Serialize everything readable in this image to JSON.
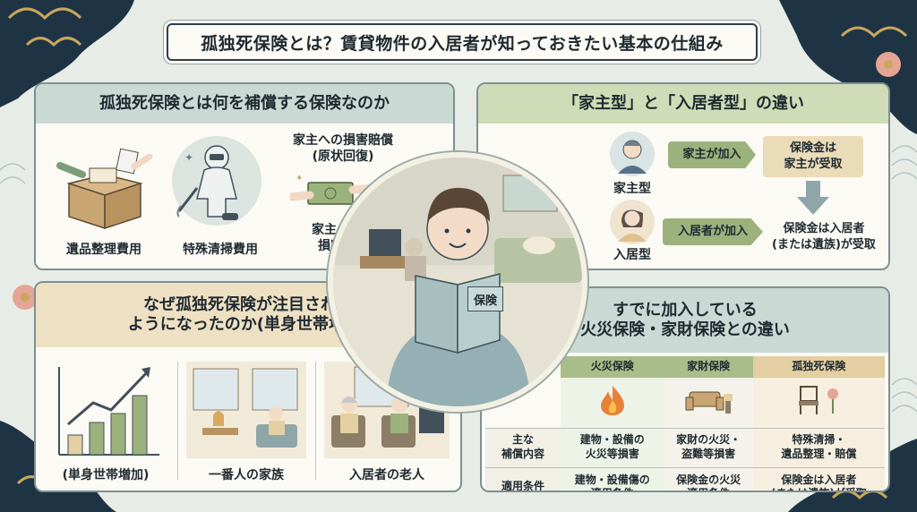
{
  "title": "孤独死保険とは？賃貸物件の入居者が知っておきたい基本の仕組み",
  "colors": {
    "navy": "#1e3445",
    "sage": "#9bb27d",
    "beige": "#eadbb9",
    "teal": "#cbd9d5"
  },
  "coverage": {
    "heading": "孤独死保険とは何を補償する保険なのか",
    "items": [
      {
        "label": "遺品整理費用",
        "icon": "box-sorting-icon"
      },
      {
        "label": "特殊清掃費用",
        "icon": "cleaning-worker-icon"
      },
      {
        "label": "家主への損害賠償\n(原状回復)",
        "icon": "money-handover-icon"
      },
      {
        "label": "家主への\n損害償",
        "icon": "money-handover-icon"
      }
    ]
  },
  "types": {
    "heading": "「家主型」と「入居者型」の違い",
    "owner": {
      "label": "家主型",
      "arrow": "家主が加入",
      "result": "保険金は\n家主が受取"
    },
    "tenant": {
      "label": "入居型",
      "arrow": "入居者が加入",
      "result": "保険金は入居者\n(または遺族)が受取"
    }
  },
  "reasons": {
    "heading": "なぜ孤独死保険が注目される\nようになったのか(単身世帯増加)",
    "items": [
      {
        "label": "(単身世帯増加)",
        "icon": "bar-chart-icon"
      },
      {
        "label": "一番人の家族",
        "icon": "pet-cat-icon"
      },
      {
        "label": "入居者の老人",
        "icon": "elderly-couple-icon"
      }
    ]
  },
  "center": {
    "book_label": "保険"
  },
  "comparison": {
    "heading": "すでに加入している\n火災保険・家財保険との違い",
    "columns": [
      "火災保険",
      "家財保険",
      "孤独死保険"
    ],
    "rows": [
      {
        "label": "主な\n補償内容",
        "cells": [
          "建物・設備の\n火災等損害",
          "家財の火災・\n盗難等損害",
          "特殊清掃・\n遺品整理・賠償"
        ]
      },
      {
        "label": "適用条件",
        "cells": [
          "建物・設備傷の\n適用条件",
          "保険金の火災\n適用条件",
          "保険金は入居者\n(または遺族)が受取"
        ]
      }
    ]
  }
}
